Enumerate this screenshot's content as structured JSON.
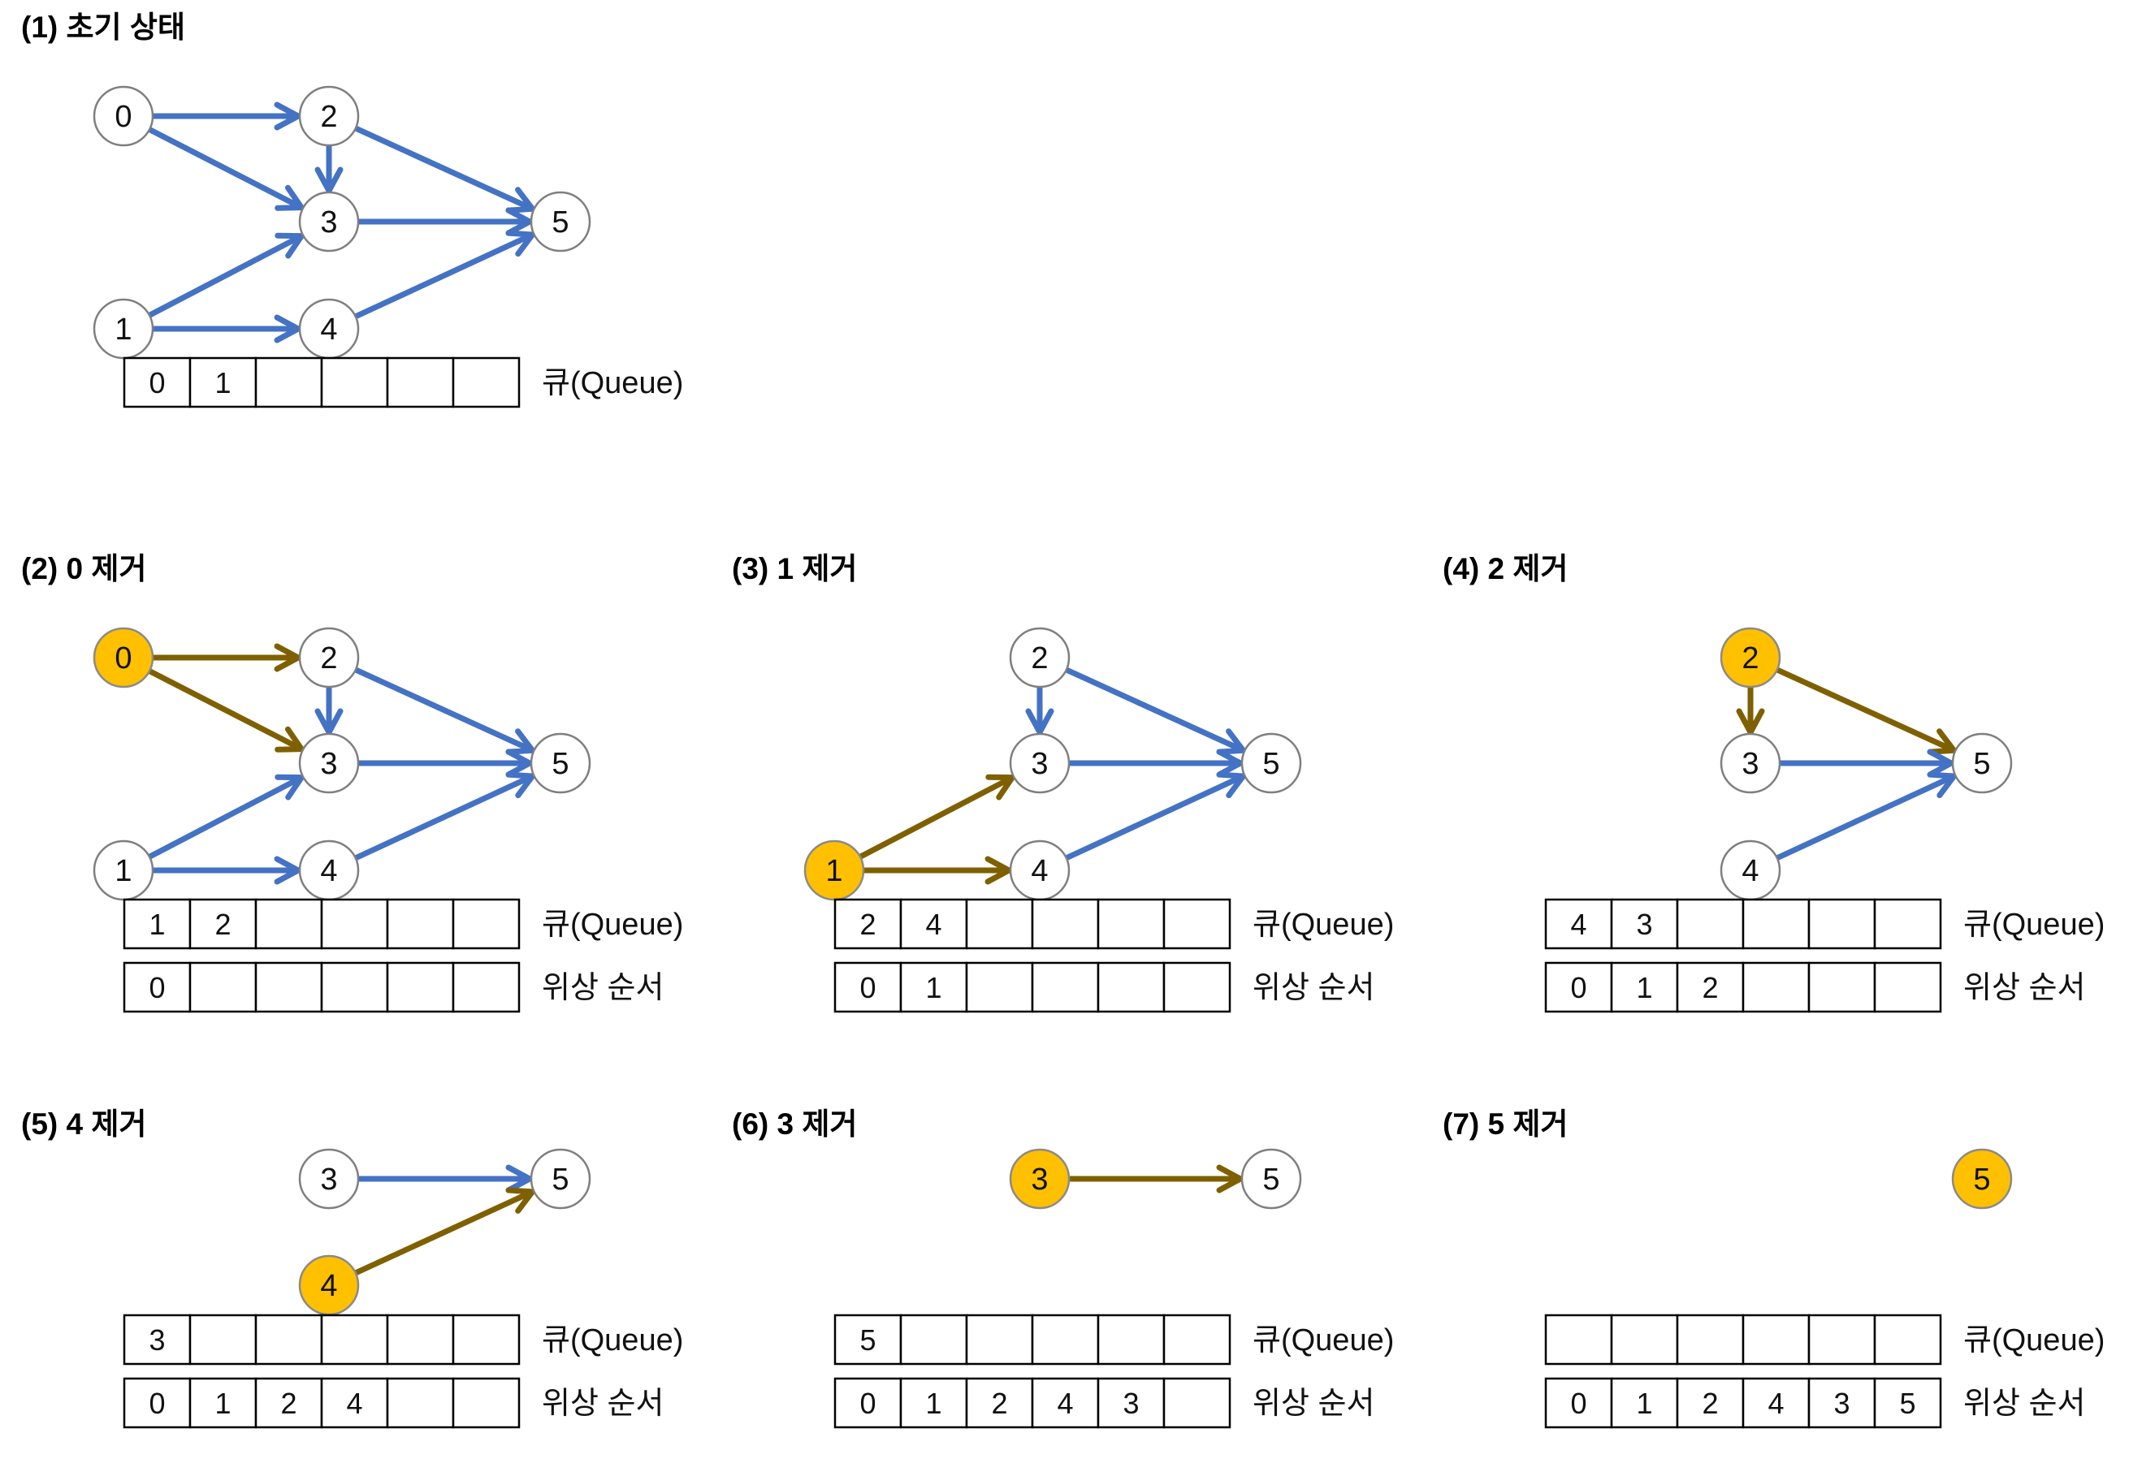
{
  "colors": {
    "active_edge": "#4472c4",
    "removed_edge": "#7f6000",
    "removed_node_fill": "#ffc000",
    "node_stroke": "#7f7f7f"
  },
  "labels": {
    "queue": "큐(Queue)",
    "topo": "위상 순서"
  },
  "panels": [
    {
      "id": "p1",
      "title": "(1) 초기 상태",
      "nodes": [
        "0",
        "1",
        "2",
        "3",
        "4",
        "5"
      ],
      "removed": [],
      "edges": [
        {
          "from": "0",
          "to": "2",
          "state": "active"
        },
        {
          "from": "0",
          "to": "3",
          "state": "active"
        },
        {
          "from": "2",
          "to": "3",
          "state": "active"
        },
        {
          "from": "2",
          "to": "5",
          "state": "active"
        },
        {
          "from": "3",
          "to": "5",
          "state": "active"
        },
        {
          "from": "1",
          "to": "3",
          "state": "active"
        },
        {
          "from": "1",
          "to": "4",
          "state": "active"
        },
        {
          "from": "4",
          "to": "5",
          "state": "active"
        }
      ],
      "queue": [
        "0",
        "1",
        "",
        "",
        "",
        ""
      ],
      "topo": null
    },
    {
      "id": "p2",
      "title": "(2) 0 제거",
      "nodes": [
        "0",
        "1",
        "2",
        "3",
        "4",
        "5"
      ],
      "removed": [
        "0"
      ],
      "edges": [
        {
          "from": "0",
          "to": "2",
          "state": "removed"
        },
        {
          "from": "0",
          "to": "3",
          "state": "removed"
        },
        {
          "from": "2",
          "to": "3",
          "state": "active"
        },
        {
          "from": "2",
          "to": "5",
          "state": "active"
        },
        {
          "from": "3",
          "to": "5",
          "state": "active"
        },
        {
          "from": "1",
          "to": "3",
          "state": "active"
        },
        {
          "from": "1",
          "to": "4",
          "state": "active"
        },
        {
          "from": "4",
          "to": "5",
          "state": "active"
        }
      ],
      "queue": [
        "1",
        "2",
        "",
        "",
        "",
        ""
      ],
      "topo": [
        "0",
        "",
        "",
        "",
        "",
        ""
      ]
    },
    {
      "id": "p3",
      "title": "(3) 1 제거",
      "nodes": [
        "1",
        "2",
        "3",
        "4",
        "5"
      ],
      "removed": [
        "1"
      ],
      "edges": [
        {
          "from": "2",
          "to": "3",
          "state": "active"
        },
        {
          "from": "2",
          "to": "5",
          "state": "active"
        },
        {
          "from": "3",
          "to": "5",
          "state": "active"
        },
        {
          "from": "1",
          "to": "3",
          "state": "removed"
        },
        {
          "from": "1",
          "to": "4",
          "state": "removed"
        },
        {
          "from": "4",
          "to": "5",
          "state": "active"
        }
      ],
      "queue": [
        "2",
        "4",
        "",
        "",
        "",
        ""
      ],
      "topo": [
        "0",
        "1",
        "",
        "",
        "",
        ""
      ]
    },
    {
      "id": "p4",
      "title": "(4) 2 제거",
      "nodes": [
        "2",
        "3",
        "4",
        "5"
      ],
      "removed": [
        "2"
      ],
      "edges": [
        {
          "from": "2",
          "to": "3",
          "state": "removed"
        },
        {
          "from": "2",
          "to": "5",
          "state": "removed"
        },
        {
          "from": "3",
          "to": "5",
          "state": "active"
        },
        {
          "from": "4",
          "to": "5",
          "state": "active"
        }
      ],
      "queue": [
        "4",
        "3",
        "",
        "",
        "",
        ""
      ],
      "topo": [
        "0",
        "1",
        "2",
        "",
        "",
        ""
      ]
    },
    {
      "id": "p5",
      "title": "(5) 4 제거",
      "nodes": [
        "3",
        "4",
        "5"
      ],
      "removed": [
        "4"
      ],
      "edges": [
        {
          "from": "3",
          "to": "5",
          "state": "active"
        },
        {
          "from": "4",
          "to": "5",
          "state": "removed"
        }
      ],
      "queue": [
        "3",
        "",
        "",
        "",
        "",
        ""
      ],
      "topo": [
        "0",
        "1",
        "2",
        "4",
        "",
        ""
      ]
    },
    {
      "id": "p6",
      "title": "(6) 3 제거",
      "nodes": [
        "3",
        "5"
      ],
      "removed": [
        "3"
      ],
      "edges": [
        {
          "from": "3",
          "to": "5",
          "state": "removed"
        }
      ],
      "queue": [
        "5",
        "",
        "",
        "",
        "",
        ""
      ],
      "topo": [
        "0",
        "1",
        "2",
        "4",
        "3",
        ""
      ]
    },
    {
      "id": "p7",
      "title": "(7) 5 제거",
      "nodes": [
        "5"
      ],
      "removed": [
        "5"
      ],
      "edges": [],
      "queue": [
        "",
        "",
        "",
        "",
        "",
        ""
      ],
      "topo": [
        "0",
        "1",
        "2",
        "4",
        "3",
        "5"
      ]
    }
  ]
}
